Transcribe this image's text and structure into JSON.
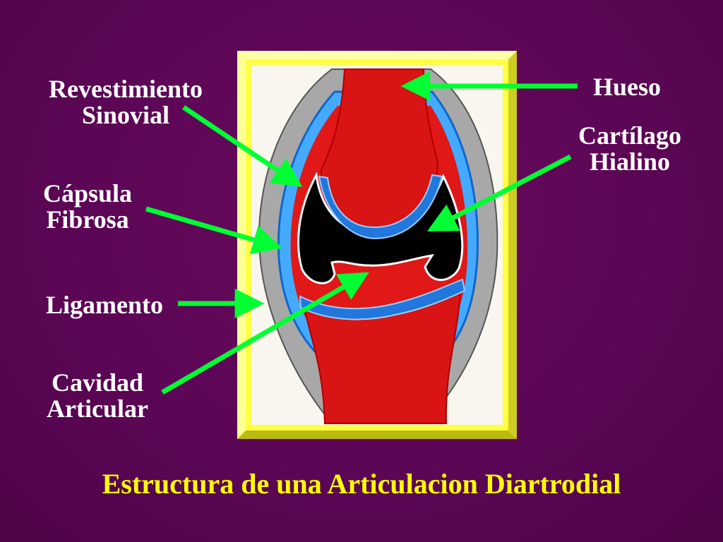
{
  "labels": {
    "revestimiento_line1": "Revestimiento",
    "revestimiento_line2": "Sinovial",
    "capsula_line1": "Cápsula",
    "capsula_line2": "Fibrosa",
    "ligamento": "Ligamento",
    "cavidad_line1": "Cavidad",
    "cavidad_line2": "Articular",
    "hueso": "Hueso",
    "cartilago_line1": "Cartílago",
    "cartilago_line2": "Hialino"
  },
  "title": "Estructura de una Articulacion Diartrodial",
  "colors": {
    "background": "#5c0656",
    "arrow": "#00ff33",
    "frame": "#ffff33",
    "bone": "#dd1111",
    "cartilage": "#2277dd",
    "capsule": "#999999",
    "cavity": "#000000",
    "title": "#ffff00"
  }
}
